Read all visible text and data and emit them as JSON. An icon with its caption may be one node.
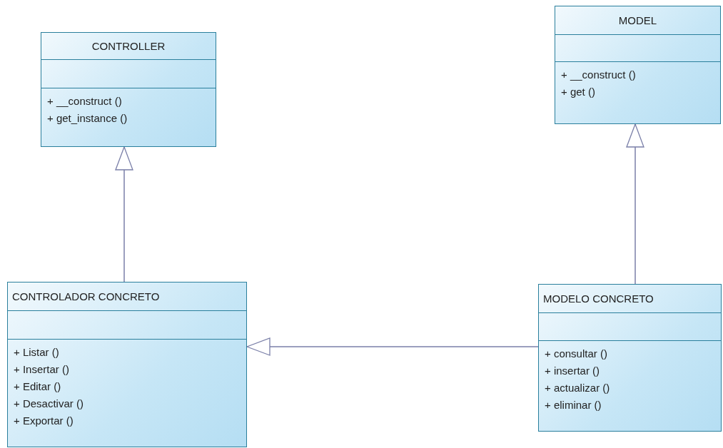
{
  "diagram": {
    "nodes": [
      {
        "text": [
          "CONTROLLER",
          "+ __construct ()",
          "+ get_instance ()"
        ]
      },
      {
        "text": [
          "MODEL",
          "+ __construct ()",
          "+ get ()"
        ]
      },
      {
        "text": [
          "CONTROLADOR CONCRETO",
          "+ Listar ()",
          "+ Insertar ()",
          "+ Editar ()",
          "+ Desactivar ()",
          "+ Exportar ()"
        ]
      },
      {
        "text": [
          "MODELO CONCRETO",
          "+ consultar ()",
          "+ insertar ()",
          "+ actualizar ()",
          "+ eliminar ()"
        ]
      }
    ],
    "edges": [
      {
        "from": 2,
        "to": 0,
        "arrow": "to"
      },
      {
        "from": 3,
        "to": 1,
        "arrow": "to"
      },
      {
        "from": 3,
        "to": 2,
        "arrow": "to"
      }
    ]
  }
}
